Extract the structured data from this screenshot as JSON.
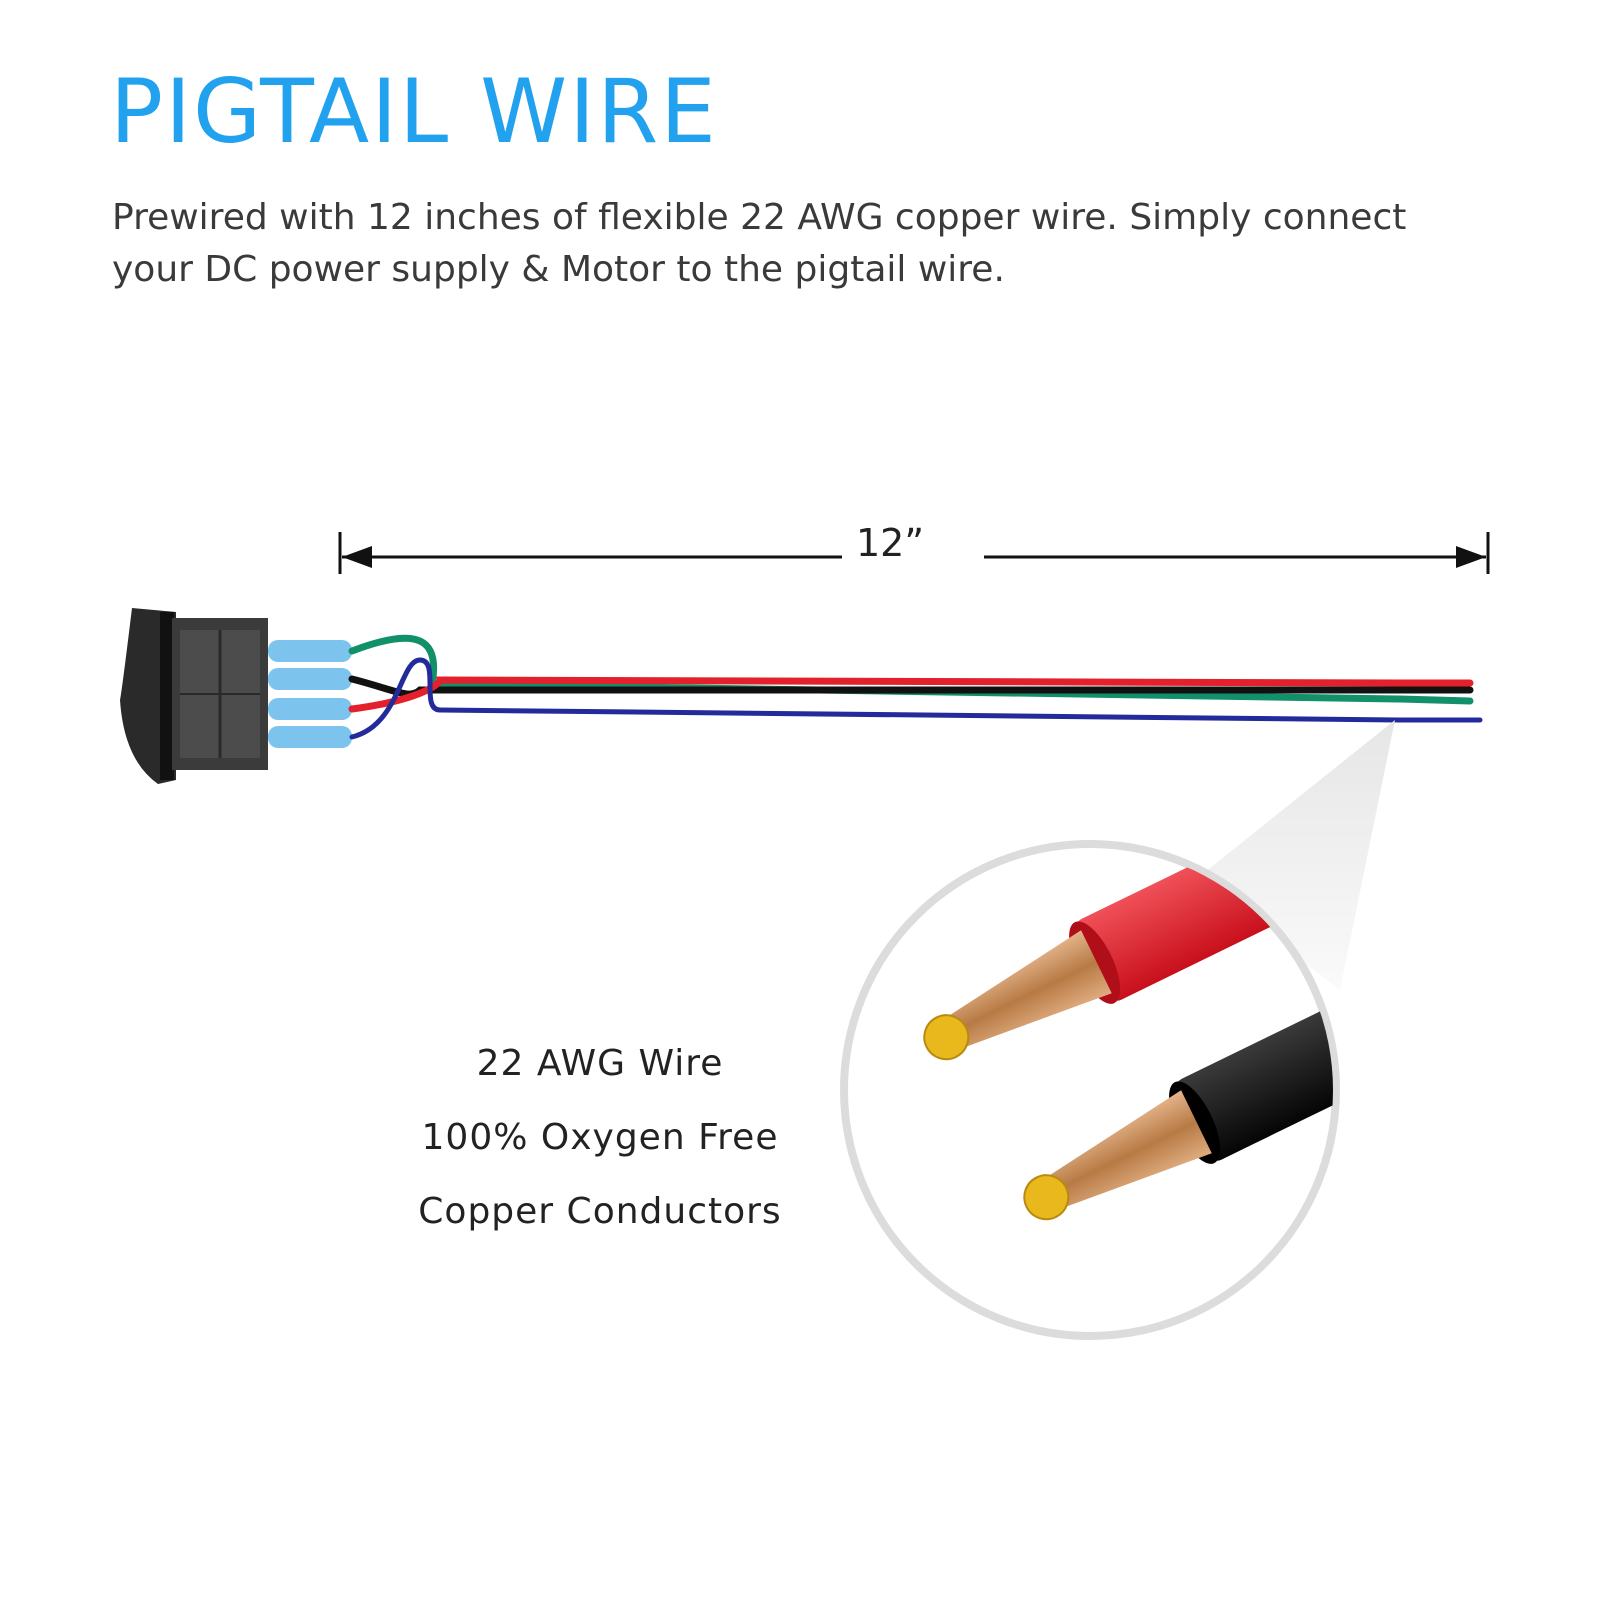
{
  "header": {
    "title": "PIGTAIL WIRE",
    "description": "Prewired with 12 inches of flexible 22 AWG copper wire. Simply connect your DC power supply & Motor to the pigtail wire."
  },
  "dimension": {
    "label": "12”"
  },
  "specs": [
    "22 AWG Wire",
    "100% Oxygen Free",
    "Copper Conductors"
  ],
  "colors": {
    "title": "#22a2ee",
    "wire_red": "#e3202b",
    "wire_black": "#111111",
    "wire_green": "#11906a",
    "wire_blue": "#232a9a",
    "terminal": "#7cc4ee",
    "copper": "#c98e55"
  },
  "icons": [
    "rocker-switch-icon",
    "wire-cross-section-icon"
  ]
}
